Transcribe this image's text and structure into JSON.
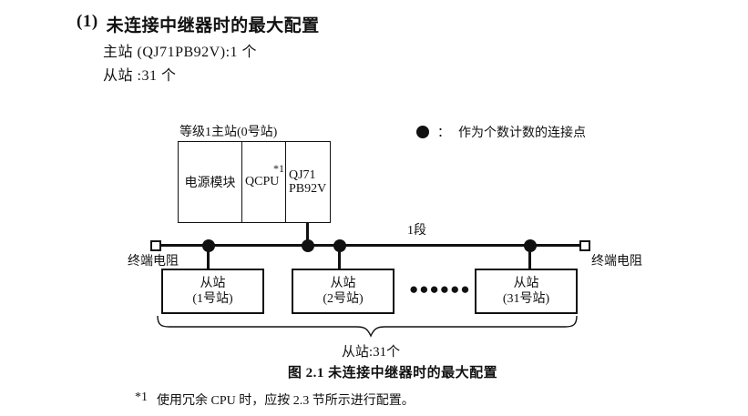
{
  "colors": {
    "ink": "#111111",
    "background": "#ffffff"
  },
  "heading": {
    "number": "(1)",
    "title": "未连接中继器时的最大配置",
    "line1": "主站 (QJ71PB92V):1 个",
    "line2": "从站 :31 个"
  },
  "legend": {
    "colon": "：",
    "label": "作为个数计数的连接点"
  },
  "diagram": {
    "master_station_label": "等级1主站(0号站)",
    "modules": [
      {
        "name": "电源模块"
      },
      {
        "name": "QCPU",
        "note": "*1"
      },
      {
        "name_line1": "QJ71",
        "name_line2": "PB92V"
      }
    ],
    "segment_label": "1段",
    "terminator_left": "终端电阻",
    "terminator_right": "终端电阻",
    "slaves": [
      {
        "line1": "从站",
        "line2": "(1号站)"
      },
      {
        "line1": "从站",
        "line2": "(2号站)"
      },
      {
        "line1": "从站",
        "line2": "(31号站)"
      }
    ],
    "ellipsis": "●●●●●●",
    "brace_label": "从站:31个"
  },
  "caption": "图 2.1 未连接中继器时的最大配置",
  "footnote": {
    "marker": "*1",
    "text": "使用冗余 CPU 时，应按 2.3 节所示进行配置。"
  }
}
